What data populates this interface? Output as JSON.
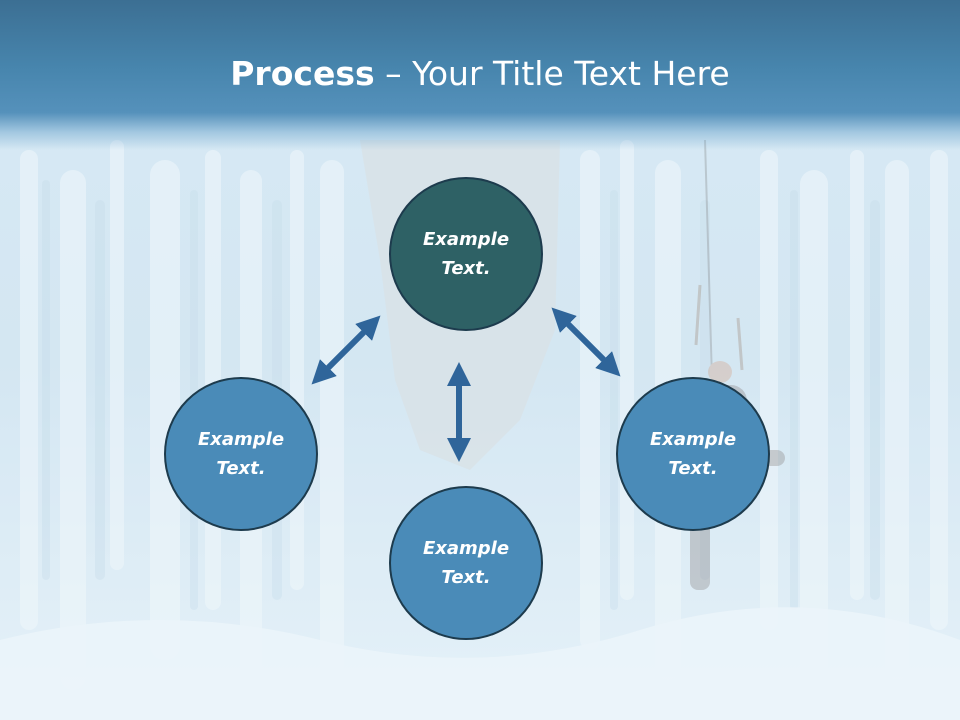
{
  "title": {
    "bold": "Process",
    "rest": " – Your Title Text Here"
  },
  "nodes": {
    "top": "Example\nText.",
    "left": "Example\nText.",
    "right": "Example\nText.",
    "bottom": "Example\nText."
  },
  "colors": {
    "header": "#4785ad",
    "node_dark": "#2e6165",
    "node_light": "#4a8bb8",
    "arrow": "#2f659a"
  }
}
